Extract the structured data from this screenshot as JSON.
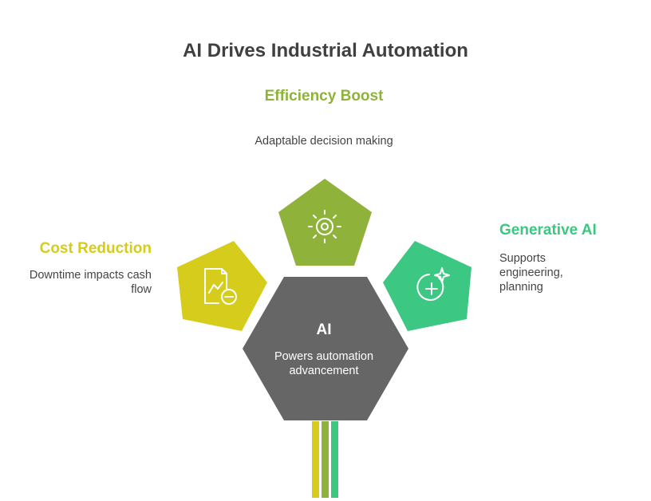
{
  "title": "AI Drives Industrial Automation",
  "colors": {
    "efficiency": "#8fb33a",
    "cost": "#d6cc1c",
    "generative": "#3cc882",
    "center": "#666666"
  },
  "center": {
    "label": "AI",
    "description": "Powers automation advancement"
  },
  "items": [
    {
      "key": "efficiency",
      "heading": "Efficiency Boost",
      "description": "Adaptable decision making",
      "icon": "sun-icon"
    },
    {
      "key": "cost",
      "heading": "Cost Reduction",
      "description": "Downtime impacts cash flow",
      "icon": "chart-minus-icon"
    },
    {
      "key": "generative",
      "heading": "Generative AI",
      "description": "Supports engineering, planning",
      "icon": "sparkle-plus-icon"
    }
  ]
}
